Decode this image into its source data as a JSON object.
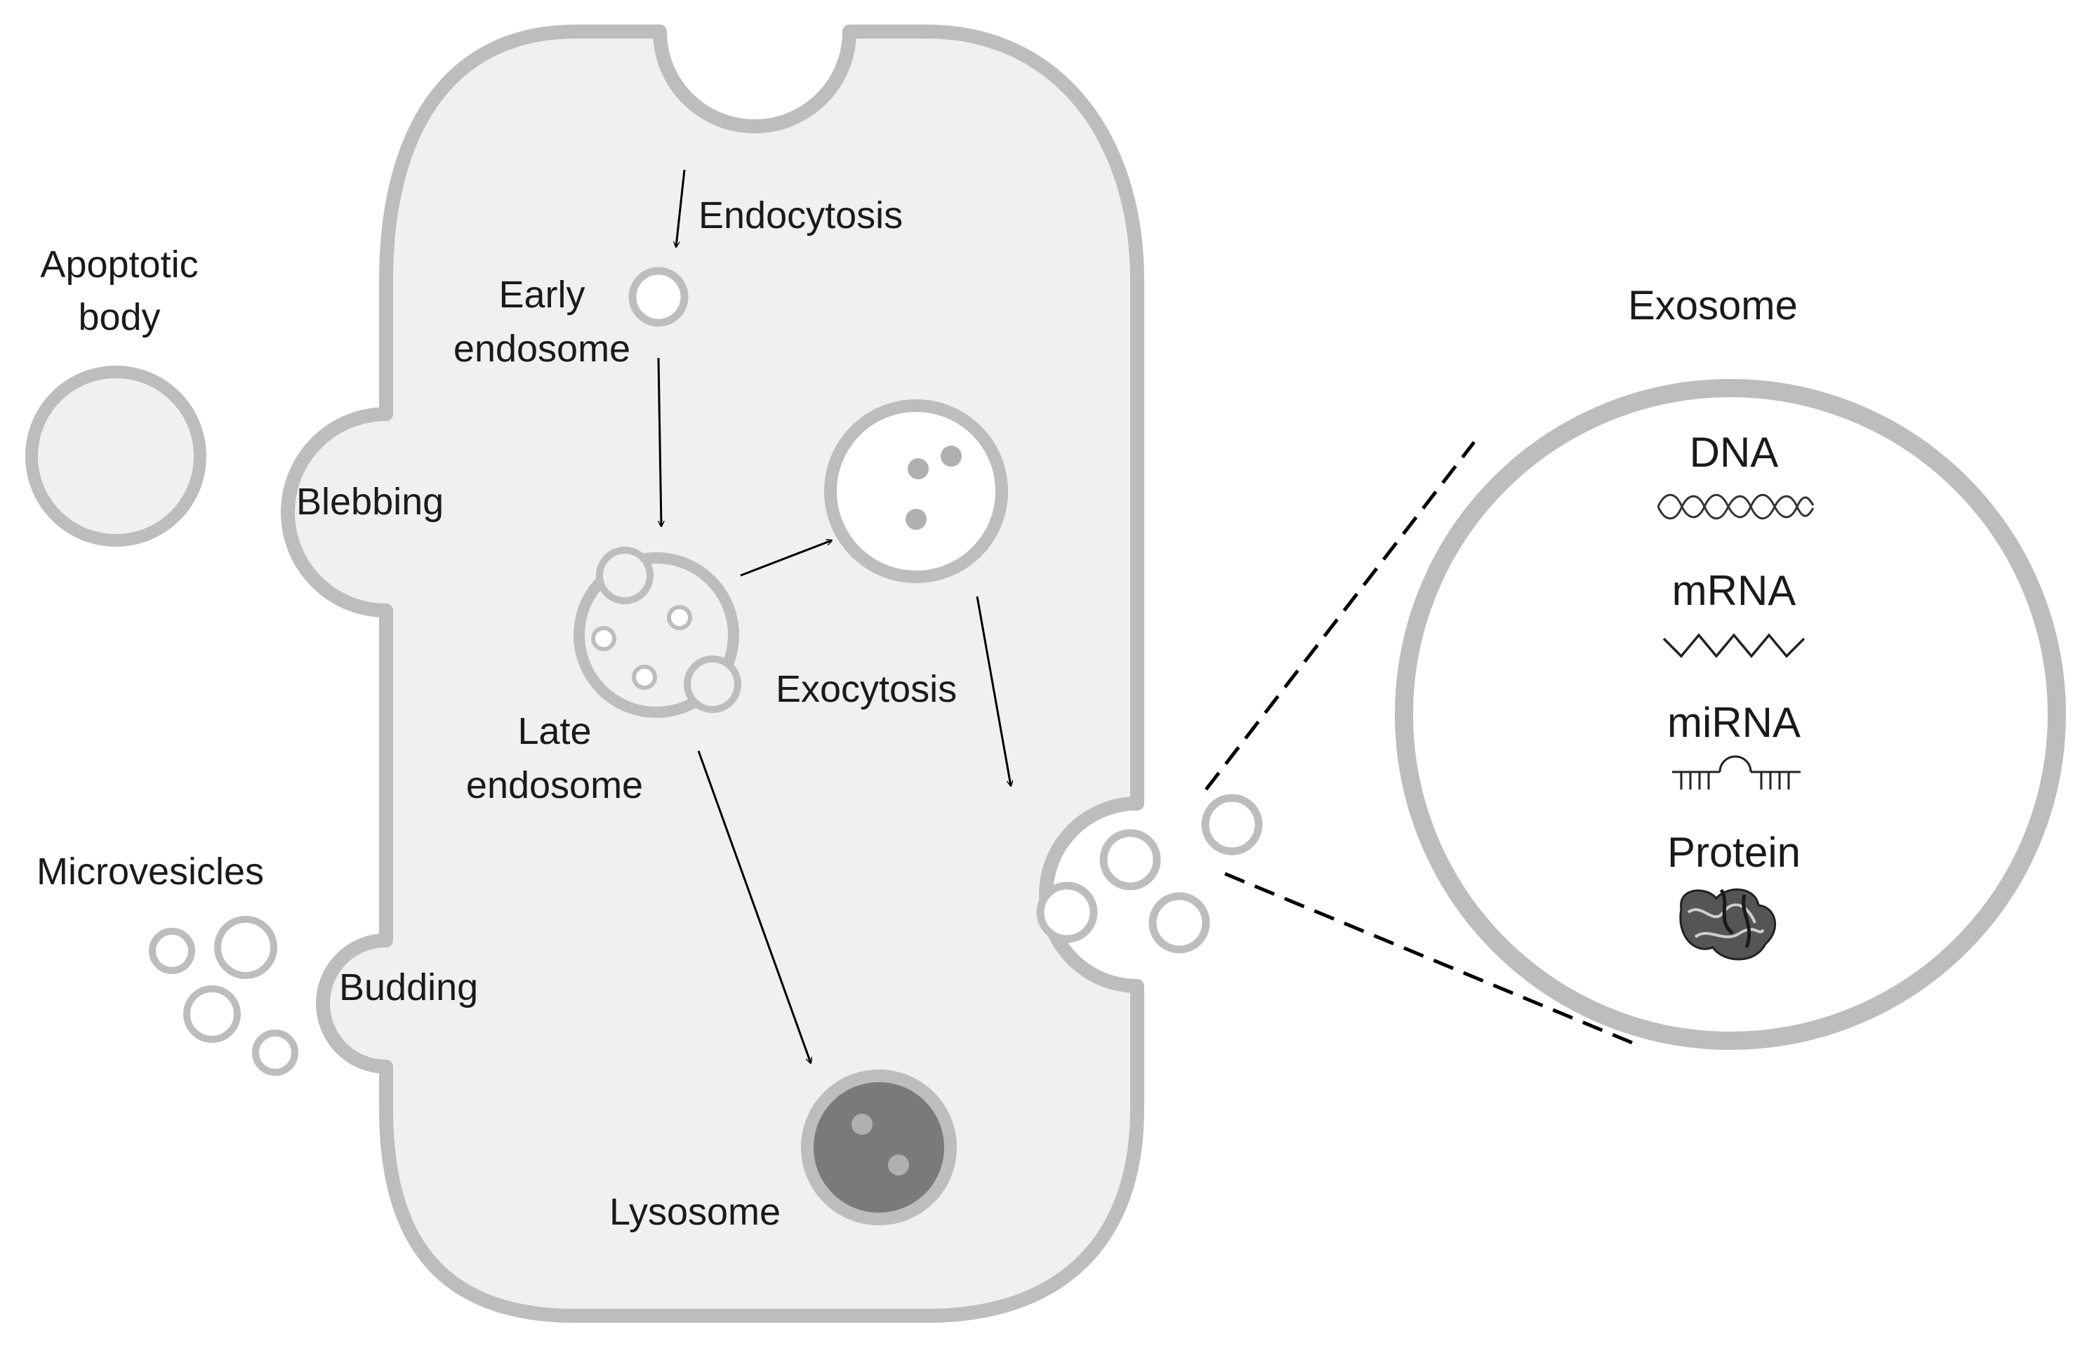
{
  "labels": {
    "apoptotic_body": [
      "Apoptotic",
      "body"
    ],
    "blebbing": "Blebbing",
    "microvesicles": "Microvesicles",
    "budding": "Budding",
    "endocytosis": "Endocytosis",
    "early_endosome": [
      "Early",
      "endosome"
    ],
    "late_endosome": [
      "Late",
      "endosome"
    ],
    "exocytosis": "Exocytosis",
    "lysosome": "Lysosome",
    "exosome": "Exosome",
    "exosome_contents": {
      "dna": "DNA",
      "mrna": "mRNA",
      "mirna": "miRNA",
      "protein": "Protein"
    }
  },
  "icons": {
    "dna": "dna-helix-icon",
    "mrna": "mrna-wave-icon",
    "mirna": "mirna-hairpin-icon",
    "protein": "protein-fold-icon"
  },
  "colors": {
    "membrane": "#bdbdbd",
    "cytoplasm": "#f0f0f0",
    "lysosome": "#7a7a7a",
    "cargo": "#b0b0b0"
  }
}
